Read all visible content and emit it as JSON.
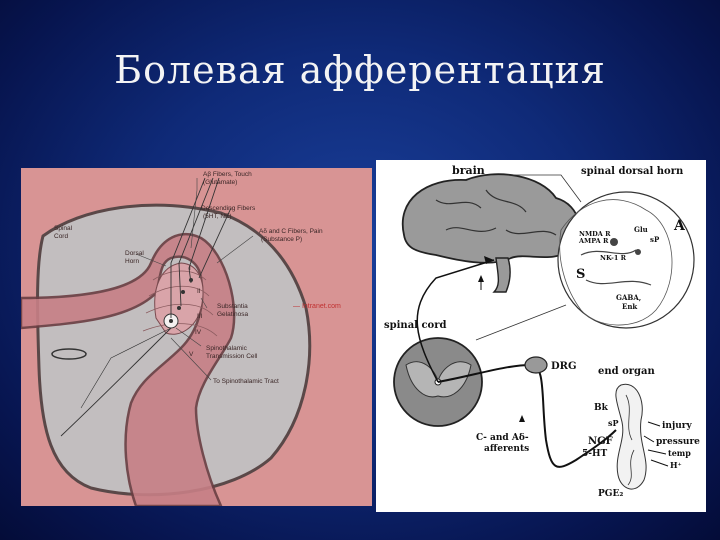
{
  "slide": {
    "title": "Болевая афферентация"
  },
  "left_figure": {
    "labels": {
      "ab_fibers": "Aβ Fibers, Touch (Glutamate)",
      "ab_fibers_l1": "Aβ Fibers, Touch",
      "ab_fibers_l2": "(Glutamate)",
      "descending_l1": "Descending Fibers",
      "descending_l2": "(5HT, NE)",
      "adelta_l1": "Aδ and C Fibers, Pain",
      "adelta_l2": "(Substance P)",
      "spinal_cord_l1": "Spinal",
      "spinal_cord_l2": "Cord",
      "dorsal_horn_l1": "Dorsal",
      "dorsal_horn_l2": "Horn",
      "substantia_l1": "Substantia",
      "substantia_l2": "Gelatinosa",
      "spinothalamic_cell_l1": "Spinothalamic",
      "spinothalamic_cell_l2": "Transmission Cell",
      "to_tract": "To Spinothalamic Tract",
      "watermark": "— Intranet.com",
      "lamina_i": "I",
      "lamina_ii": "II",
      "lamina_iii": "III",
      "lamina_iv": "IV",
      "lamina_v": "V"
    }
  },
  "right_figure": {
    "labels": {
      "brain": "brain",
      "spinal_dorsal_horn": "spinal dorsal horn",
      "spinal_cord": "spinal cord",
      "drg": "DRG",
      "end_organ": "end organ",
      "c_afferents_l1": "C- and Aδ-",
      "c_afferents_l2": "afferents",
      "nmda": "NMDA R",
      "ampa": "AMPA R",
      "nk1": "NK-1 R",
      "glu": "Glu",
      "sp_inset": "sP",
      "a_letter": "A",
      "s_letter": "S",
      "gaba": "GABA,",
      "enk": "Enk",
      "bk": "Bk",
      "sp_periph": "sP",
      "ngf": "NGF",
      "ht5": "5-HT",
      "pge2": "PGE₂",
      "injury": "injury",
      "pressure": "pressure",
      "temp": "temp",
      "hplus": "H⁺"
    }
  }
}
